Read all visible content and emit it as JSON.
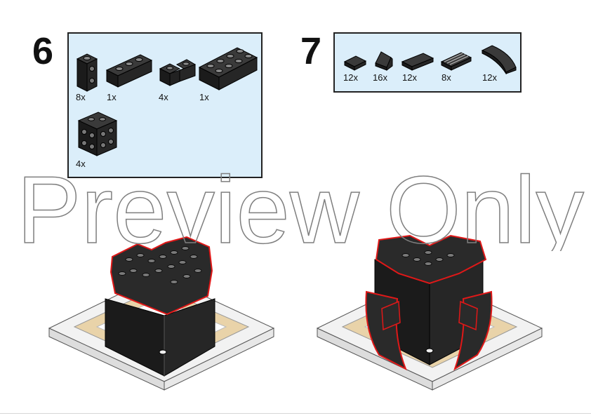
{
  "step6": {
    "number": "6",
    "parts": [
      {
        "name": "brick-1x1-studs-side",
        "qty": "8x"
      },
      {
        "name": "brick-1x3",
        "qty": "1x"
      },
      {
        "name": "corner-brick-2x2",
        "qty": "4x"
      },
      {
        "name": "brick-2x4",
        "qty": "1x"
      },
      {
        "name": "brick-1x2x2-studs-side",
        "qty": "4x"
      }
    ]
  },
  "step7": {
    "number": "7",
    "parts": [
      {
        "name": "tile-1x1",
        "qty": "12x"
      },
      {
        "name": "slope-1x1",
        "qty": "16x"
      },
      {
        "name": "tile-1x2",
        "qty": "12x"
      },
      {
        "name": "tile-grille-1x2",
        "qty": "8x"
      },
      {
        "name": "curved-slope-1x2",
        "qty": "12x"
      }
    ]
  },
  "watermark": {
    "text": "Preview Only"
  },
  "colors": {
    "parts_box_bg": "#dbeefa",
    "brick": "#1b1b1b",
    "highlight_outline": "#e01818",
    "tan_tile": "#e9d3a9",
    "white_tile": "#ffffff"
  }
}
